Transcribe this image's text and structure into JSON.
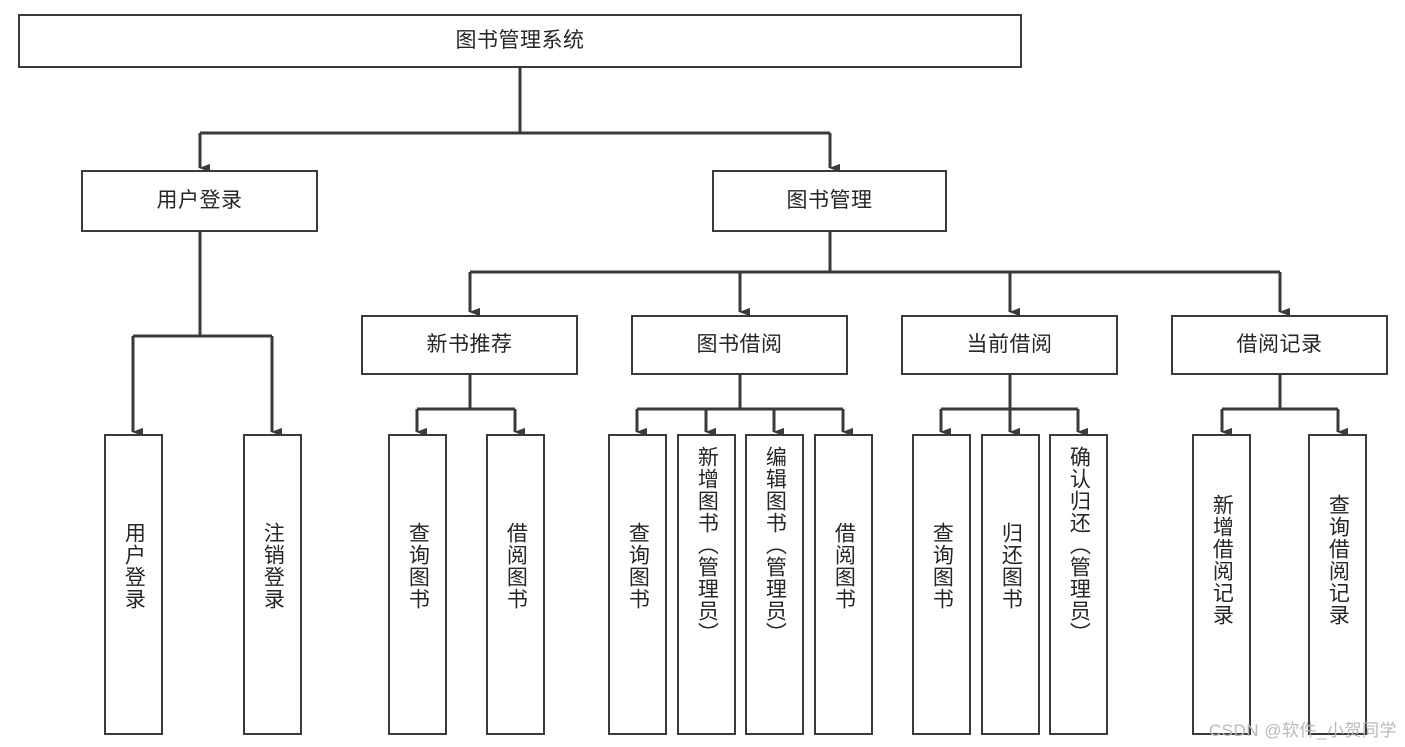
{
  "diagram": {
    "title": "图书管理系统",
    "type": "tree-hierarchy-chart",
    "colors": {
      "node_border": "#3a3a3a",
      "node_fill": "#ffffff",
      "edge": "#3a3a3a",
      "text": "#262626",
      "background": "#ffffff",
      "watermark": "#b9b9b9"
    }
  },
  "root": {
    "label": "图书管理系统"
  },
  "level2": {
    "user_login": {
      "label": "用户登录"
    },
    "book_manage": {
      "label": "图书管理"
    }
  },
  "level3": {
    "new_book_recommend": {
      "label": "新书推荐"
    },
    "book_borrow": {
      "label": "图书借阅"
    },
    "current_borrow": {
      "label": "当前借阅"
    },
    "borrow_record": {
      "label": "借阅记录"
    }
  },
  "leaves": {
    "user_login": [
      {
        "label": "用户登录"
      },
      {
        "label": "注销登录"
      }
    ],
    "new_book_recommend": [
      {
        "label": "查询图书"
      },
      {
        "label": "借阅图书"
      }
    ],
    "book_borrow": [
      {
        "label": "查询图书"
      },
      {
        "label": "新增图书（管理员）"
      },
      {
        "label": "编辑图书（管理员）"
      },
      {
        "label": "借阅图书"
      }
    ],
    "current_borrow": [
      {
        "label": "查询图书"
      },
      {
        "label": "归还图书"
      },
      {
        "label": "确认归还（管理员）"
      }
    ],
    "borrow_record": [
      {
        "label": "新增借阅记录"
      },
      {
        "label": "查询借阅记录"
      }
    ]
  },
  "watermark": {
    "text": "CSDN @软件_小贺同学"
  }
}
